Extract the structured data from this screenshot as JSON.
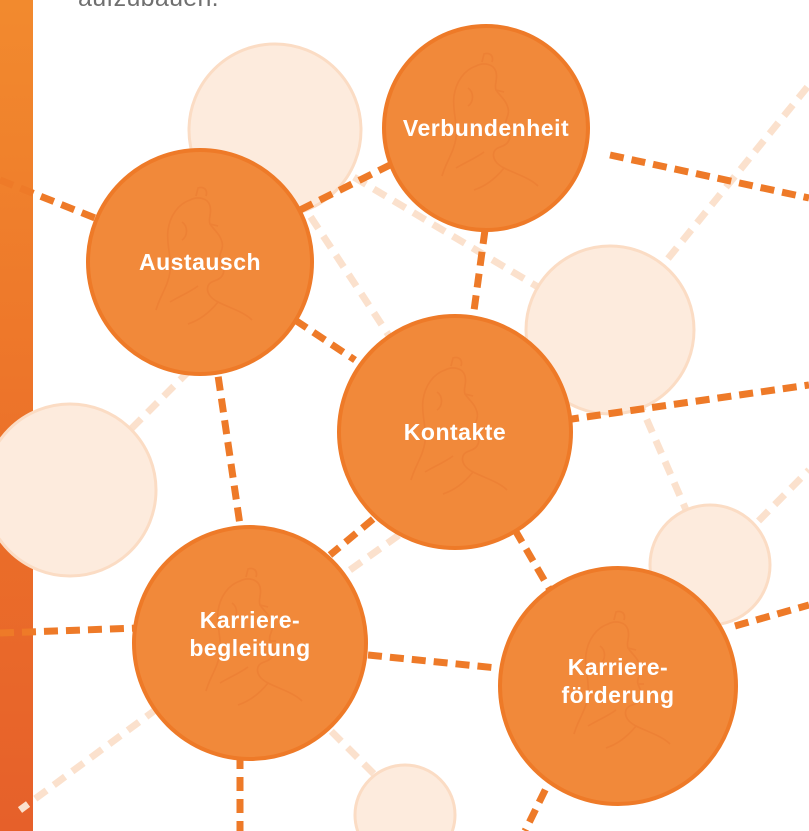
{
  "intro_text": "aufzubauen.",
  "colors": {
    "node_fill": "#f1893a",
    "node_stroke": "#ee7a28",
    "faded_fill": "#fdeadc",
    "faded_stroke": "#fbdcc4",
    "line_strong": "#ee7a28",
    "line_faded": "#fbe1cd",
    "side_bar": "#ec7129"
  },
  "nodes": [
    {
      "id": "verbundenheit",
      "lines": [
        "Verbundenheit"
      ]
    },
    {
      "id": "austausch",
      "lines": [
        "Austausch"
      ]
    },
    {
      "id": "kontakte",
      "lines": [
        "Kontakte"
      ]
    },
    {
      "id": "karrierebegleitung",
      "lines": [
        "Karriere-",
        "begleitung"
      ]
    },
    {
      "id": "karrierefoerderung",
      "lines": [
        "Karriere-",
        "förderung"
      ]
    }
  ],
  "node_icon": "profile-bust-icon"
}
